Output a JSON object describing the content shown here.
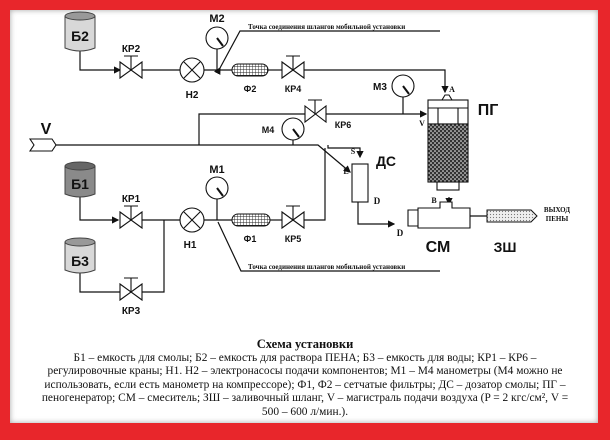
{
  "diagram": {
    "tanks": [
      {
        "id": "b2",
        "label": "Б2",
        "shade": "#d8d8d8"
      },
      {
        "id": "b1",
        "label": "Б1",
        "shade": "#8a8a8a"
      },
      {
        "id": "b3",
        "label": "Б3",
        "shade": "#d8d8d8"
      }
    ],
    "valves": {
      "kr1": "КР1",
      "kr2": "КР2",
      "kr3": "КР3",
      "kr4": "КР4",
      "kr5": "КР5",
      "kr6": "КР6"
    },
    "pumps": {
      "h1": "Н1",
      "h2": "Н2"
    },
    "gauges": {
      "m1": "М1",
      "m2": "М2",
      "m3": "М3",
      "m4": "М4"
    },
    "filters": {
      "f1": "Ф1",
      "f2": "Ф2"
    },
    "air_inlet": "V",
    "doser": {
      "label": "ДС",
      "port_s": "S",
      "port_e": "E",
      "port_d": "D"
    },
    "foam_generator": {
      "label": "ПГ",
      "port_a": "A",
      "port_v": "V"
    },
    "mixer": {
      "label": "СМ",
      "port_b": "B",
      "port_d": "D"
    },
    "hose": {
      "label": "ЗШ",
      "outlet_line1": "ВЫХОД",
      "outlet_line2": "ПЕНЫ"
    },
    "connection_point_top": "Точка соединения шлангов   мобильной установки",
    "connection_point_bottom": "Точка соединения шлангов   мобильной установки"
  },
  "caption": {
    "title": "Схема установки",
    "line1": "Б1 – емкость для смолы; Б2 – емкость для раствора ПЕНА; Б3 – емкость для воды; КР1 – КР6 –",
    "line2": "регулировочные краны; Н1. Н2 – электронасосы подачи компонентов; М1 – М4 манометры (М4 можно не",
    "line3": "использовать, если есть манометр на компрессоре); Ф1, Ф2 – сетчатые фильтры; ДС – дозатор смолы; ПГ –",
    "line4": "пеногенератор; СМ – смеситель; ЗШ – заливочный шланг, V – магистраль подачи воздуха (P = 2 кгс/см², V =",
    "line5": "500 – 600 л/мин.)."
  },
  "colors": {
    "frame": "#e8262b",
    "line": "#111111"
  }
}
